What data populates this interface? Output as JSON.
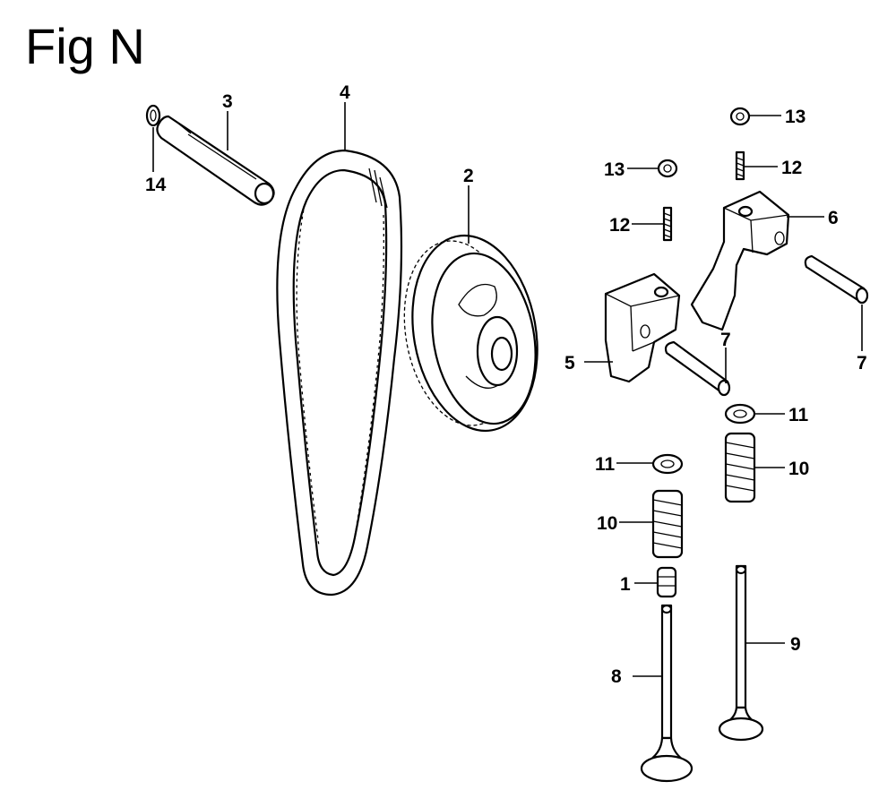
{
  "figure": {
    "title": "Fig N"
  },
  "callouts": {
    "c1": "1",
    "c2": "2",
    "c3": "3",
    "c4": "4",
    "c5": "5",
    "c6": "6",
    "c7a": "7",
    "c7b": "7",
    "c8": "8",
    "c9": "9",
    "c10a": "10",
    "c10b": "10",
    "c11a": "11",
    "c11b": "11",
    "c12a": "12",
    "c12b": "12",
    "c13a": "13",
    "c13b": "13",
    "c14": "14"
  }
}
